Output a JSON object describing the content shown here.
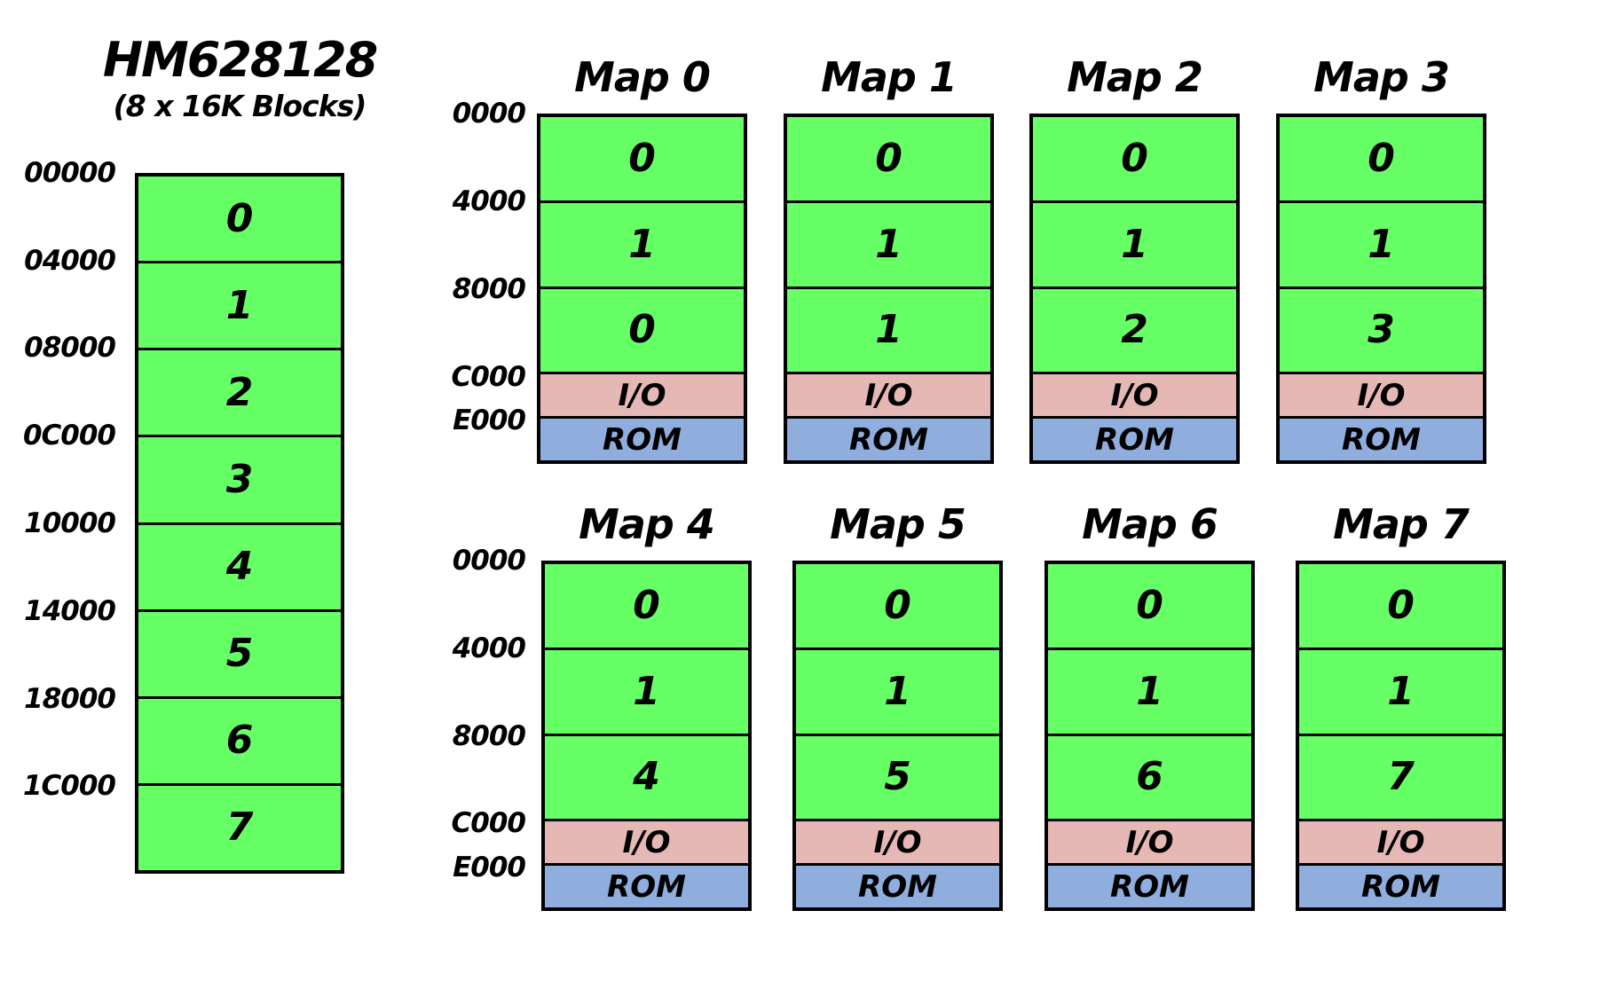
{
  "palette": {
    "background": "#FFFFFF",
    "ram": "#66FF66",
    "io": "#E5B7B5",
    "rom": "#8FADDD",
    "line": "#000000"
  },
  "chip": {
    "title": "HM628128",
    "subtitle": "(8 x 16K Blocks)",
    "address_labels": [
      "00000",
      "04000",
      "08000",
      "0C000",
      "10000",
      "14000",
      "18000",
      "1C000"
    ],
    "block_labels": [
      "0",
      "1",
      "2",
      "3",
      "4",
      "5",
      "6",
      "7"
    ]
  },
  "maps": {
    "address_labels": [
      "0000",
      "4000",
      "8000",
      "C000",
      "E000"
    ],
    "io_label": "I/O",
    "rom_label": "ROM",
    "items": [
      {
        "title": "Map 0",
        "ram_blocks": [
          "0",
          "1",
          "0"
        ]
      },
      {
        "title": "Map 1",
        "ram_blocks": [
          "0",
          "1",
          "1"
        ]
      },
      {
        "title": "Map 2",
        "ram_blocks": [
          "0",
          "1",
          "2"
        ]
      },
      {
        "title": "Map 3",
        "ram_blocks": [
          "0",
          "1",
          "3"
        ]
      },
      {
        "title": "Map 4",
        "ram_blocks": [
          "0",
          "1",
          "4"
        ]
      },
      {
        "title": "Map 5",
        "ram_blocks": [
          "0",
          "1",
          "5"
        ]
      },
      {
        "title": "Map 6",
        "ram_blocks": [
          "0",
          "1",
          "6"
        ]
      },
      {
        "title": "Map 7",
        "ram_blocks": [
          "0",
          "1",
          "7"
        ]
      }
    ]
  }
}
